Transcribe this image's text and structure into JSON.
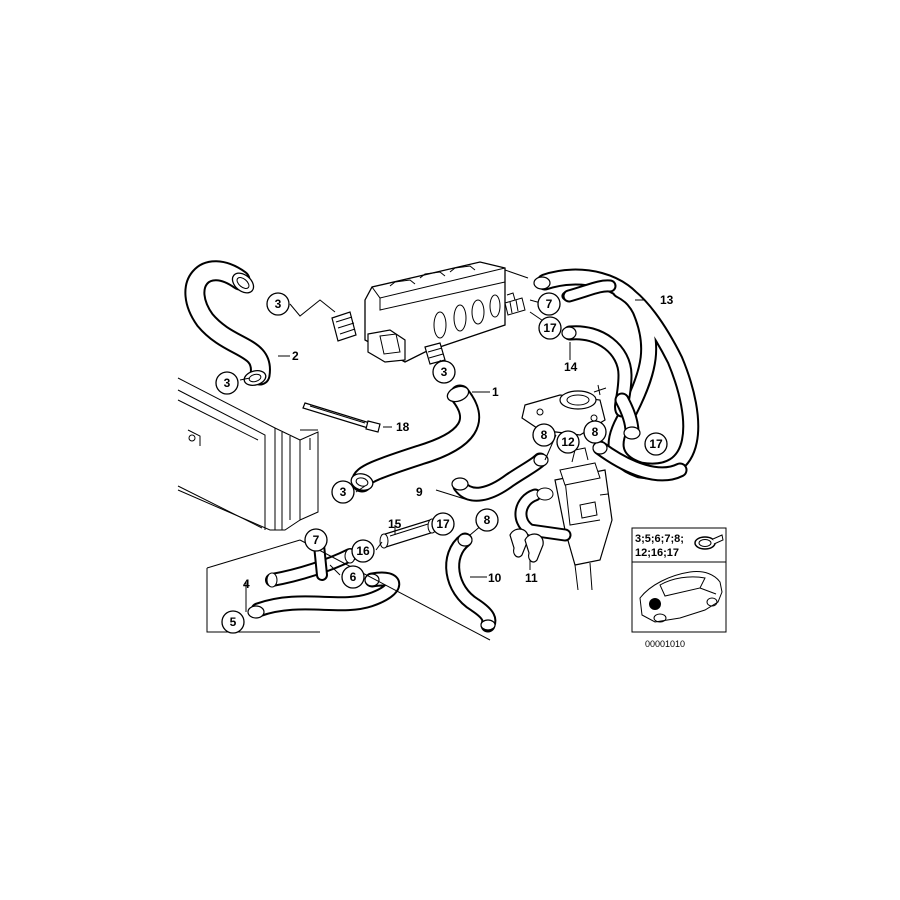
{
  "callouts": {
    "c1": "1",
    "c2": "2",
    "c3a": "3",
    "c3b": "3",
    "c3c": "3",
    "c3d": "3",
    "c4": "4",
    "c5": "5",
    "c6": "6",
    "c7a": "7",
    "c7b": "7",
    "c8a": "8",
    "c8b": "8",
    "c8c": "8",
    "c9": "9",
    "c10": "10",
    "c11": "11",
    "c12": "12",
    "c13": "13",
    "c14": "14",
    "c15": "15",
    "c16": "16",
    "c17a": "17",
    "c17b": "17",
    "c17c": "17",
    "c18": "18"
  },
  "inset": {
    "line1": "3;5;6;7;8;",
    "line2": "12;16;17"
  },
  "diagram_code": "00001010"
}
